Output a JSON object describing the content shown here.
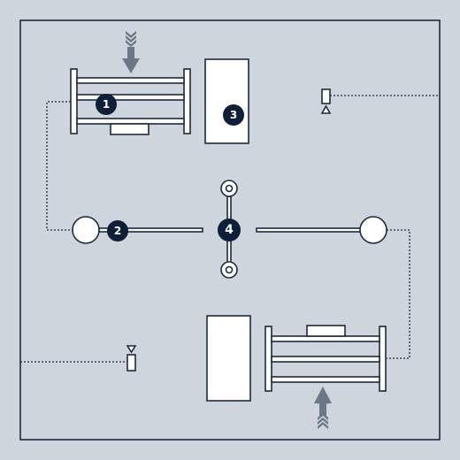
{
  "markers": [
    {
      "id": "marker-1",
      "label": "1"
    },
    {
      "id": "marker-2",
      "label": "2"
    },
    {
      "id": "marker-3",
      "label": "3"
    },
    {
      "id": "marker-4",
      "label": "4"
    }
  ],
  "colors": {
    "background": "#cfd5dc",
    "line": "#1c2b3f",
    "marker_fill": "#0f1f38",
    "arrow": "#6b7687",
    "component_fill": "#ffffff"
  }
}
